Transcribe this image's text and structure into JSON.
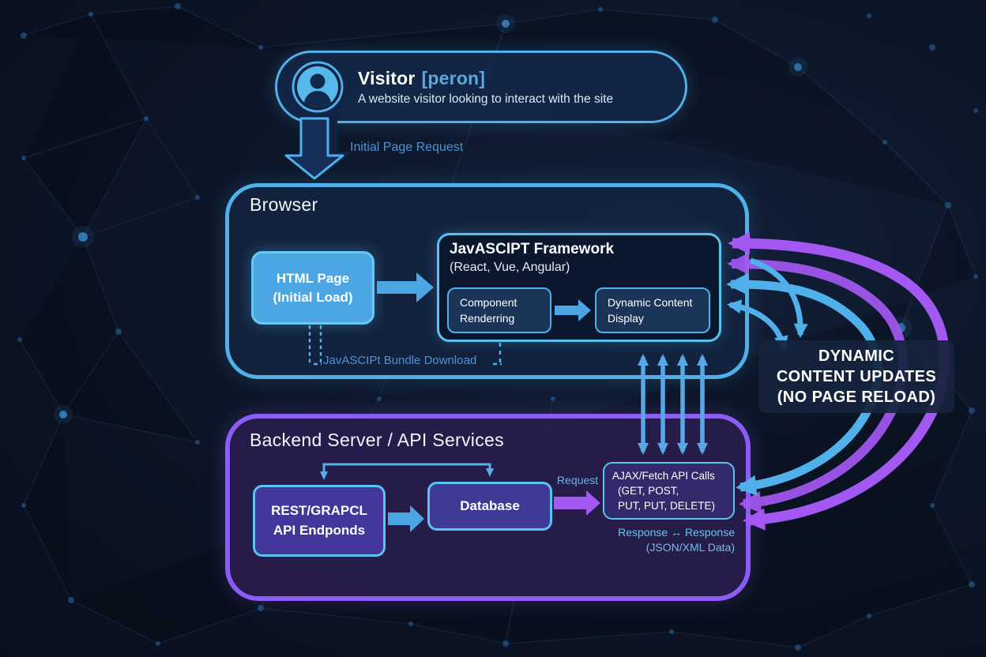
{
  "visitor": {
    "title": "Visitor",
    "bracket": "[peron]",
    "subtitle": "A website visitor looking to interact with the site"
  },
  "labels": {
    "initial_page_request": "Initial Page Request",
    "bundle_download": "JavASCIPt Bundle Download",
    "request": "Request",
    "response_line": "Response ↔ Response",
    "response_data": "(JSON/XML Data)"
  },
  "browser": {
    "title": "Browser",
    "html_page": {
      "line1": "HTML Page",
      "line2": "(Initial Load)"
    },
    "framework": {
      "title": "JavASCIPT Framework",
      "subtitle": "(React, Vue, Angular)",
      "component_rendering": {
        "line1": "Component",
        "line2": "Renderring"
      },
      "dynamic_display": {
        "line1": "Dynamic Content",
        "line2": "Display"
      }
    }
  },
  "backend": {
    "title": "Backend Server / API Services",
    "rest_api": {
      "line1": "REST/GRAPCL",
      "line2": "API Endponds"
    },
    "database": "Database",
    "ajax": {
      "line1": "AJAX/Fetch API Calls",
      "line2": "(GET, POST,",
      "line3": "PUT, PUT, DELETE)"
    }
  },
  "updates_label": {
    "line1": "DYNAMIC",
    "line2": "CONTENT UPDATES",
    "line3": "(NO PAGE RELOAD)"
  },
  "colors": {
    "background": "#0C1526",
    "accent_cyan": "#4FB0EA",
    "cyan_bright": "#5BC2F2",
    "accent_purple": "#8B5CF6",
    "arc_purple": "#A458F2",
    "box_blue": "#4DA6E4",
    "indigo_fill": "#43379B",
    "indigo_dark": "#332A6B",
    "text_blue": "#4E92D2",
    "text_cyan": "#74BEEA"
  }
}
